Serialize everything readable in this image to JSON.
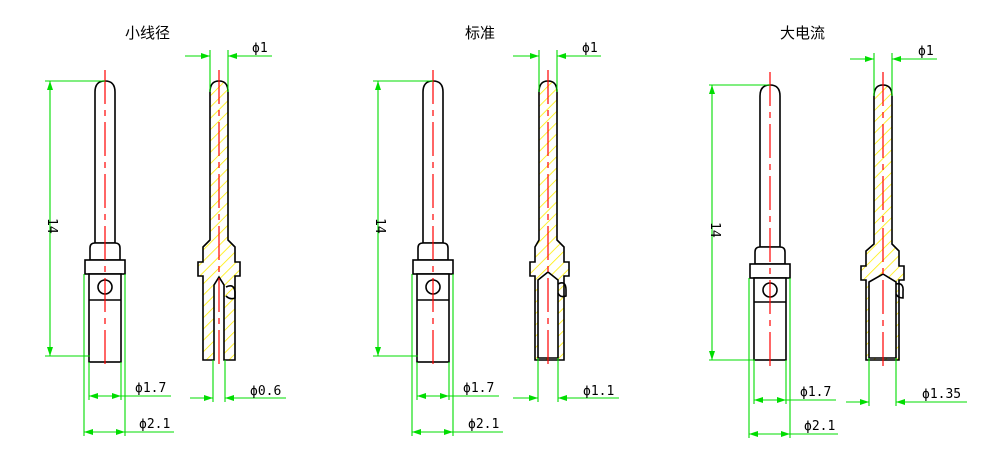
{
  "panels": [
    {
      "title": "小线径",
      "length_label": "14",
      "tip_diameter_label": "ϕ1",
      "inner_diameter_label": "ϕ0.6",
      "barrel_diameter_label": "ϕ1.7",
      "collar_diameter_label": "ϕ2.1"
    },
    {
      "title": "标准",
      "length_label": "14",
      "tip_diameter_label": "ϕ1",
      "inner_diameter_label": "ϕ1.1",
      "barrel_diameter_label": "ϕ1.7",
      "collar_diameter_label": "ϕ2.1"
    },
    {
      "title": "大电流",
      "length_label": "14",
      "tip_diameter_label": "ϕ1",
      "inner_diameter_label": "ϕ1.35",
      "barrel_diameter_label": "ϕ1.7",
      "collar_diameter_label": "ϕ2.1"
    }
  ],
  "colors": {
    "dimension": "#00dd00",
    "centerline": "#ff0000",
    "hatch": "#ffff00",
    "outline": "#000000"
  }
}
